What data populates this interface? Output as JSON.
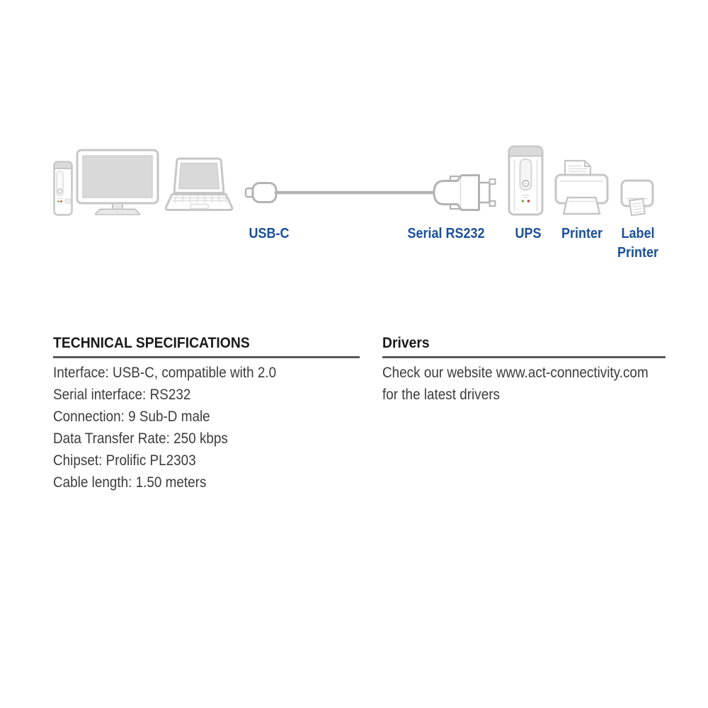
{
  "colors": {
    "accent_blue": "#1a4f9c",
    "device_outline": "#c6c6c6",
    "screen_fill": "#d9d9d9",
    "cable_gray": "#b3b3b3",
    "heading_text": "#1a1a1a",
    "body_text": "#3c3c3c",
    "rule_gray": "#595959",
    "led_green": "#6fb53f",
    "led_red": "#d23b3b"
  },
  "icons": [
    "desktop-pc-icon",
    "monitor-icon",
    "laptop-icon",
    "usb-c-connector-icon",
    "cable-icon",
    "serial-rs232-connector-icon",
    "ups-icon",
    "printer-icon",
    "label-printer-icon"
  ],
  "diagram": {
    "usb_label": "USB-C",
    "serial_label": "Serial RS232",
    "ups_label": "UPS",
    "printer_label": "Printer",
    "label_printer_label": "Label Printer"
  },
  "specs": {
    "title": "TECHNICAL SPECIFICATIONS",
    "lines": [
      "Interface: USB-C, compatible with 2.0",
      "Serial interface: RS232",
      "Connection: 9 Sub-D male",
      "Data Transfer Rate: 250 kbps",
      "Chipset: Prolific PL2303",
      "Cable length: 1.50 meters"
    ]
  },
  "drivers": {
    "title": "Drivers",
    "lines": [
      "Check our website www.act-connectivity.com",
      "for the latest drivers"
    ]
  }
}
